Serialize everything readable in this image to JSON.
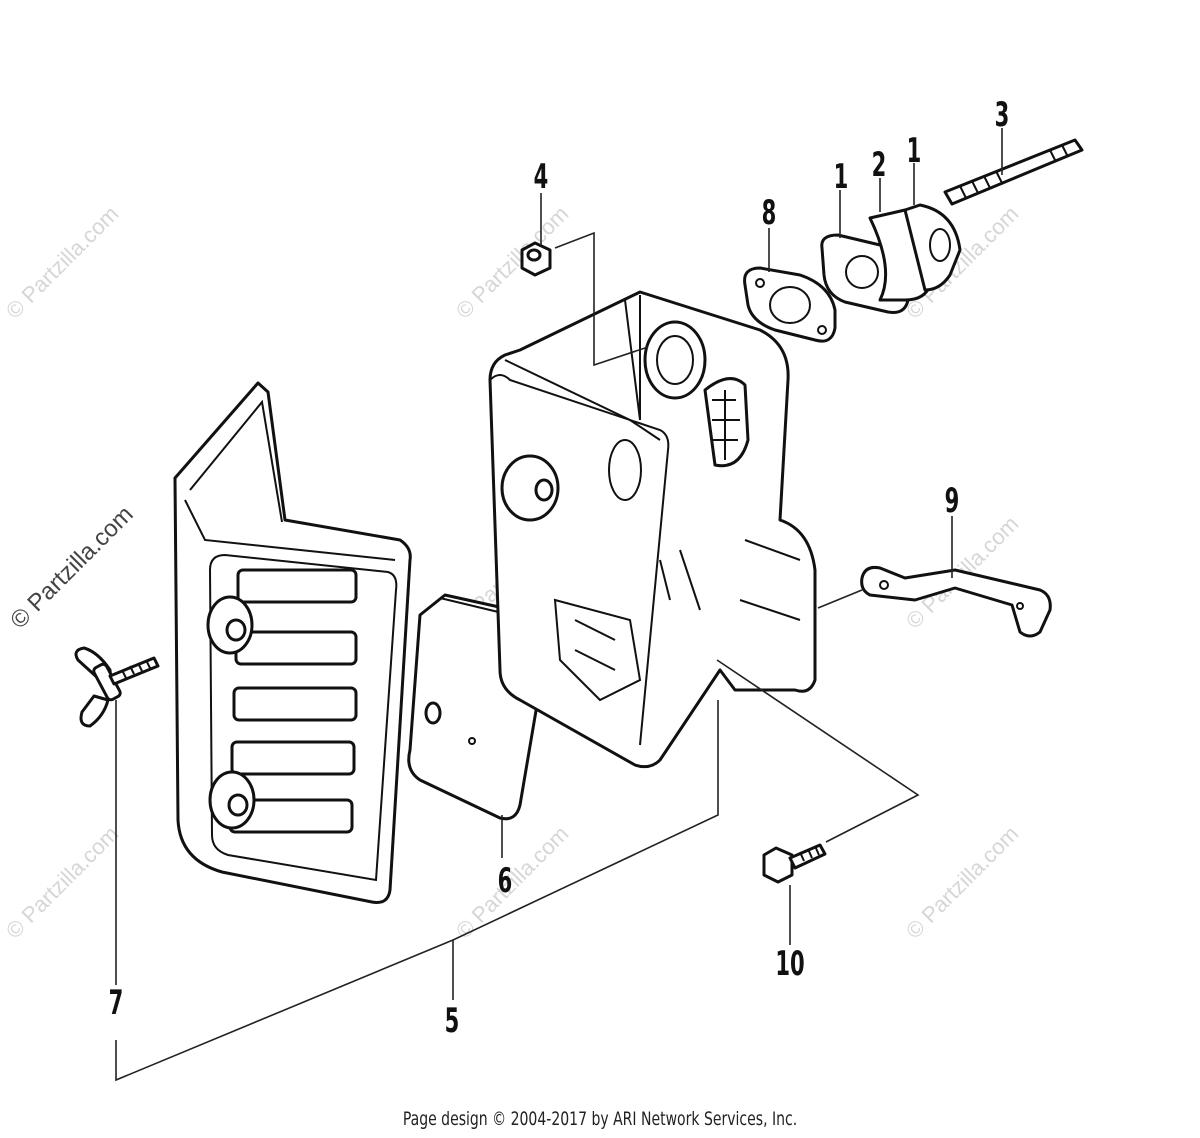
{
  "watermark": "© Partzilla.com",
  "callouts": {
    "c1a": "1",
    "c1b": "1",
    "c2": "2",
    "c3": "3",
    "c4": "4",
    "c5": "5",
    "c6": "6",
    "c7": "7",
    "c8": "8",
    "c9": "9",
    "c10": "10"
  },
  "footer": "Page design © 2004-2017 by ARI Network Services, Inc."
}
